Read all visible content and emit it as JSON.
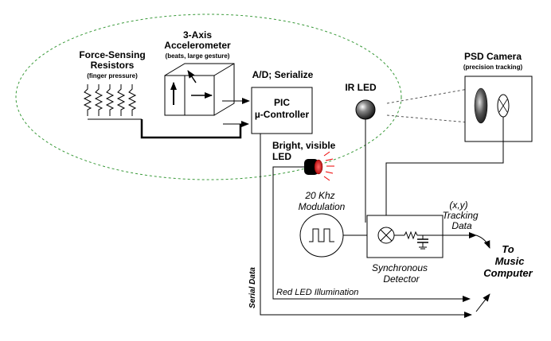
{
  "labels": {
    "fsr_title_1": "Force-Sensing",
    "fsr_title_2": "Resistors",
    "fsr_sub": "(finger pressure)",
    "accel_title_1": "3-Axis",
    "accel_title_2": "Accelerometer",
    "accel_sub": "(beats, large gesture)",
    "ad_serialize": "A/D; Serialize",
    "pic_1": "PIC",
    "pic_2": "µ-Controller",
    "ir_led": "IR LED",
    "psd_title": "PSD Camera",
    "psd_sub": "(precision tracking)",
    "visible_led_1": "Bright, visible",
    "visible_led_2": "LED",
    "mod_1": "20 Khz",
    "mod_2": "Modulation",
    "xy": "(x,y)",
    "tracking": "Tracking",
    "data": "Data",
    "sync_1": "Synchronous",
    "sync_2": "Detector",
    "to": "To",
    "music": "Music",
    "computer": "Computer",
    "red_led_illum": "Red LED Illumination",
    "serial_data": "Serial Data"
  }
}
